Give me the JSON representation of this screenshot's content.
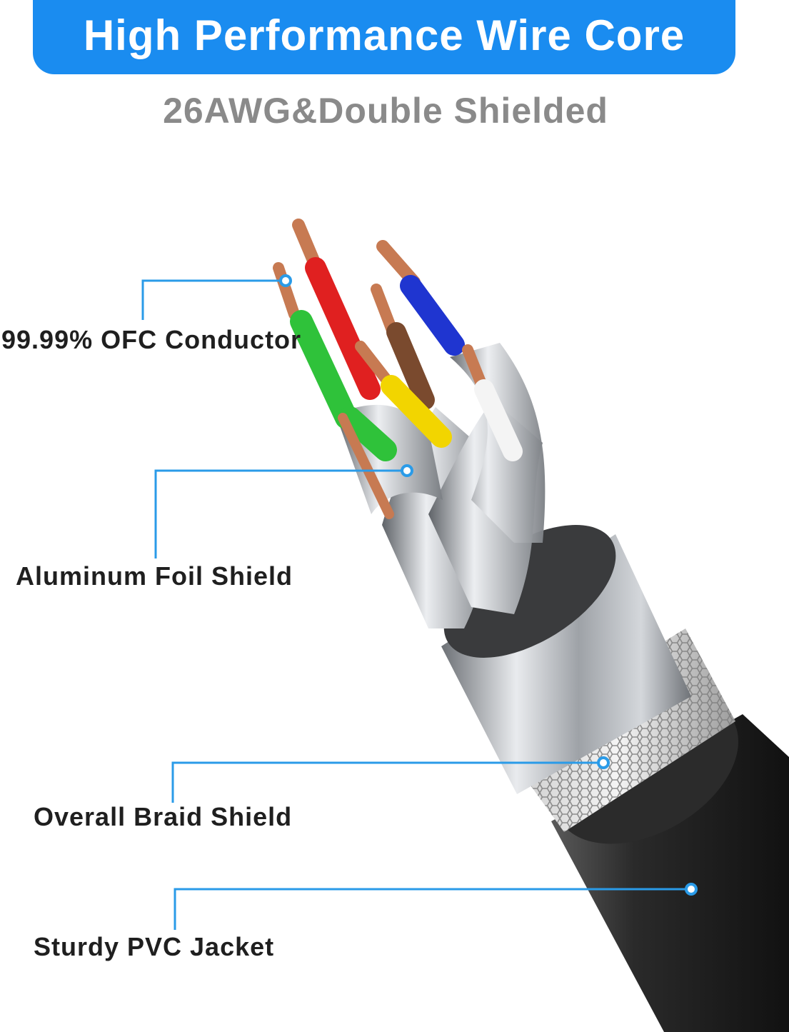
{
  "header": {
    "title": "High Performance Wire Core",
    "subtitle": "26AWG&Double Shielded"
  },
  "callouts": [
    {
      "label": "99.99% OFC Conductor"
    },
    {
      "label": "Aluminum Foil Shield"
    },
    {
      "label": "Overall Braid Shield"
    },
    {
      "label": "Sturdy PVC Jacket"
    }
  ],
  "colors": {
    "accent": "#1a8cf0",
    "callout_line": "#2a9be8",
    "subtitle": "#8a8a8a",
    "label": "#1f1f1f",
    "jacket": "#222222",
    "foil": "#b9bcc1",
    "copper": "#c77a52",
    "insulation": [
      "#e02020",
      "#1f35d0",
      "#2fc23a",
      "#f2d500",
      "#7a4a2e",
      "#f4f4f4"
    ]
  }
}
